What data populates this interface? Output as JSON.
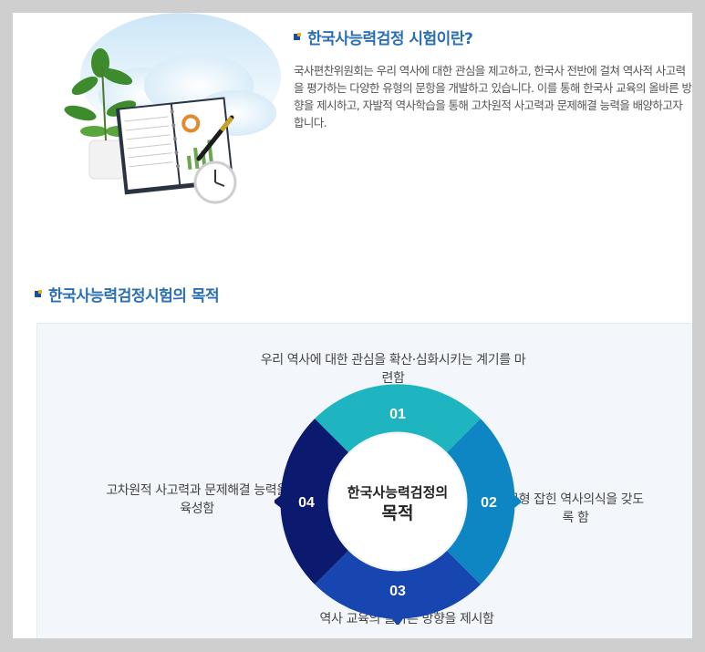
{
  "intro": {
    "title": "한국사능력검정 시험이란?",
    "description": "국사편찬위원회는 우리 역사에 대한 관심을 제고하고, 한국사 전반에 걸쳐 역사적 사고력을 평가하는 다양한 유형의 문항을 개발하고 있습니다. 이를 통해 한국사 교육의 올바른 방향을 제시하고, 자발적 역사학습을 통해 고차원적 사고력과 문제해결 능력을 배양하고자 합니다.",
    "illustration_icon": "notebook-plant-clock-illustration"
  },
  "purpose": {
    "title": "한국사능력검정시험의 목적",
    "center_line1": "한국사능력검정의",
    "center_line2": "목적",
    "items": [
      {
        "number": "01",
        "text": "우리 역사에 대한 관심을 확산·심화시키는 계기를 마련함",
        "color": "#1fb5c0"
      },
      {
        "number": "02",
        "text": "균형 잡힌 역사의식을 갖도록 함",
        "color": "#0e86c4"
      },
      {
        "number": "03",
        "text": "역사 교육의 올바른 방향을 제시함",
        "color": "#1746b0"
      },
      {
        "number": "04",
        "text": "고차원적 사고력과 문제해결 능력을 육성함",
        "color": "#0b1a6e"
      }
    ]
  },
  "colors": {
    "title_blue": "#2b6fb3",
    "panel_bg": "#f3f7fb"
  }
}
